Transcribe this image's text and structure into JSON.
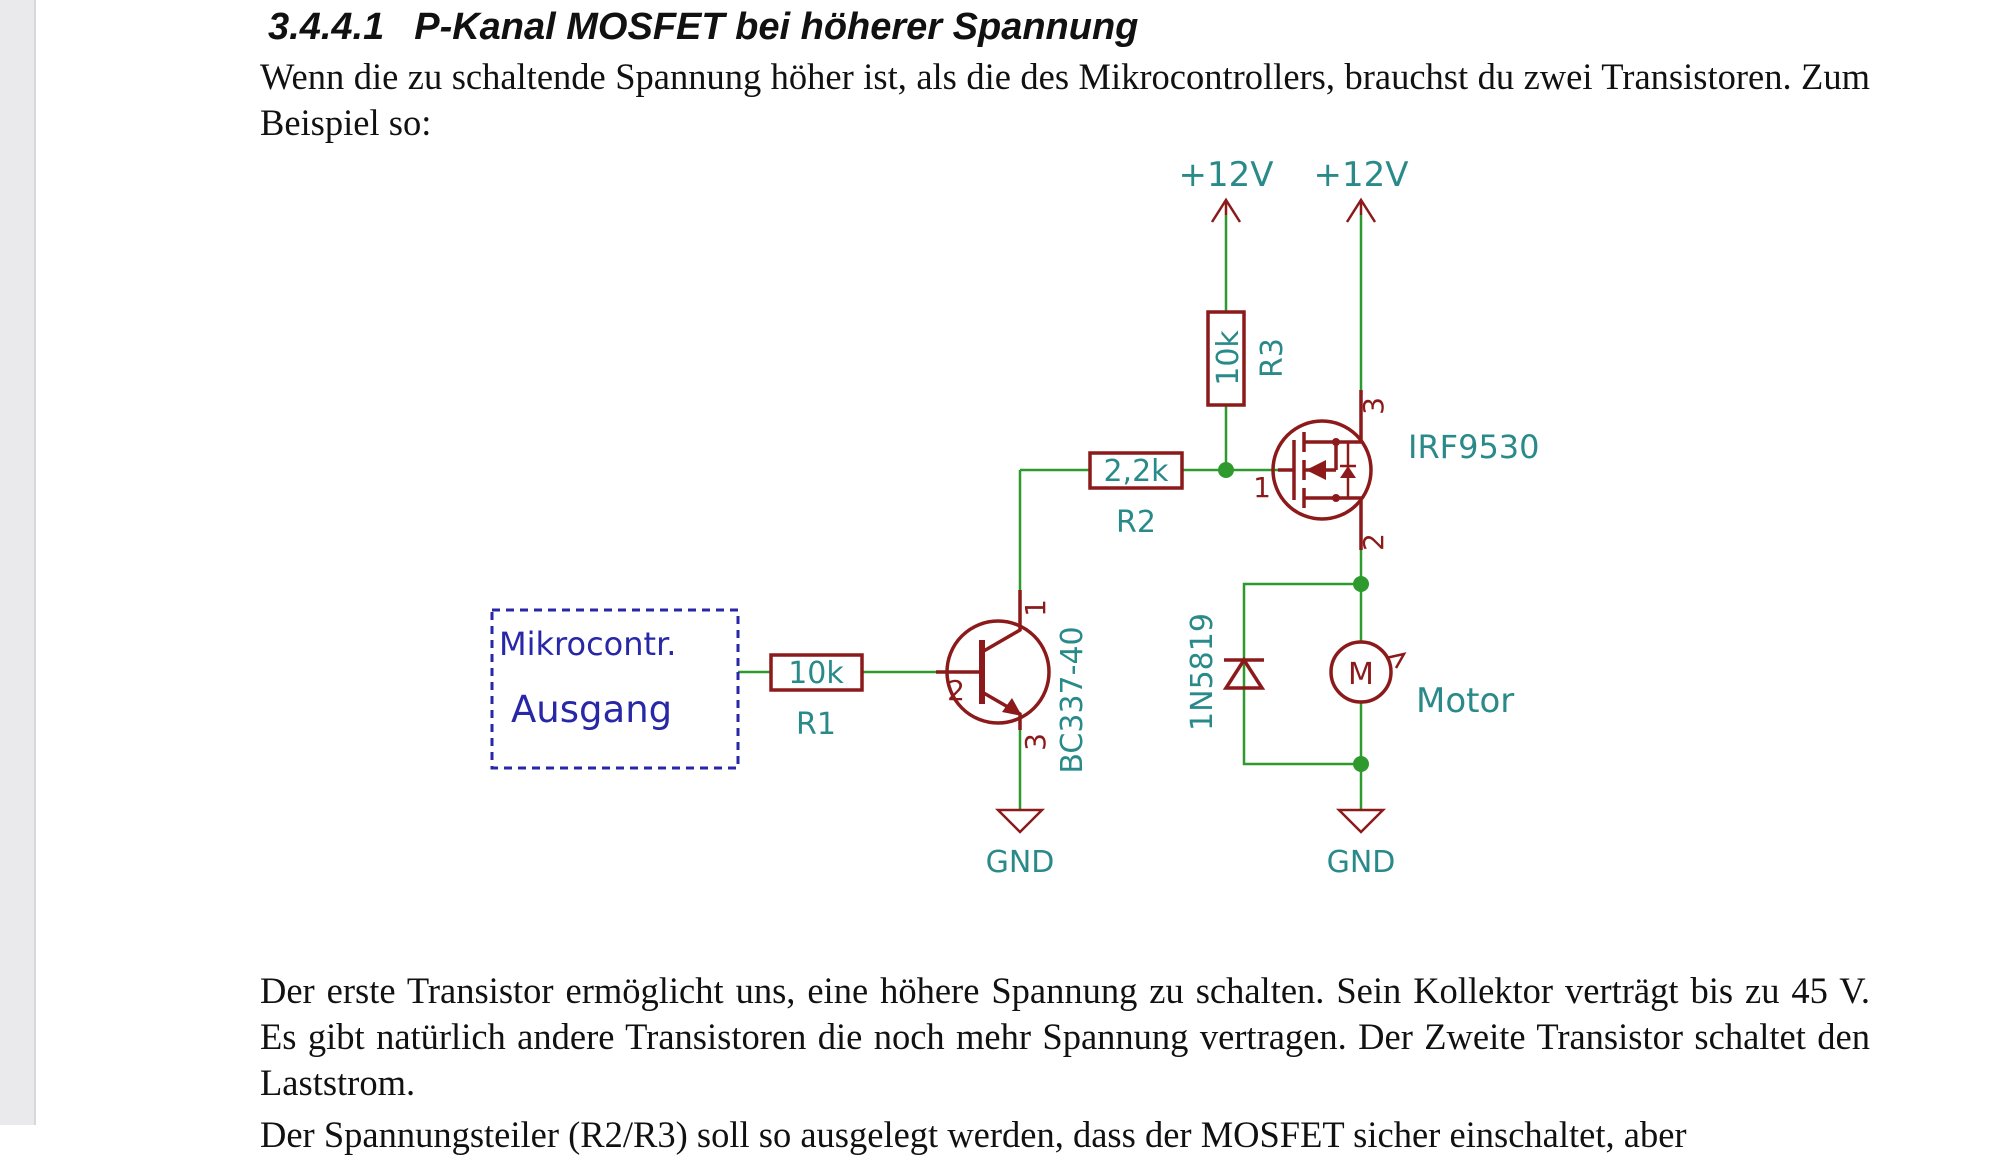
{
  "heading": {
    "number": "3.4.4.1",
    "title": "P-Kanal MOSFET bei höherer Spannung"
  },
  "intro": "Wenn die zu schaltende Spannung höher ist, als die des Mikrocontrollers, brauchst du zwei Transistoren. Zum Beispiel so:",
  "schematic": {
    "supply_left": "+12V",
    "supply_right": "+12V",
    "r3_value": "10k",
    "r3_ref": "R3",
    "r2_value": "2,2k",
    "r2_ref": "R2",
    "r1_value": "10k",
    "r1_ref": "R1",
    "mosfet_name": "IRF9530",
    "mosfet_pin_gate": "1",
    "mosfet_pin_drain": "2",
    "mosfet_pin_source": "3",
    "bjt_name": "BC337-40",
    "bjt_pin_collector": "1",
    "bjt_pin_base": "2",
    "bjt_pin_emitter": "3",
    "diode_name": "1N5819",
    "motor_symbol": "M",
    "motor_label": "Motor",
    "mcu_box_line1": "Mikrocontr.",
    "mcu_box_line2": "Ausgang",
    "gnd_left": "GND",
    "gnd_right": "GND",
    "colors": {
      "wire": "#2e9a2e",
      "component": "#8c1a1a",
      "label": "#2a8a8a",
      "box": "#2727a8"
    }
  },
  "body_text": "Der erste Transistor ermöglicht uns, eine höhere Spannung zu schalten. Sein Kollektor verträgt bis zu 45 V. Es gibt natürlich andere Transistoren die noch mehr Spannung vertragen. Der Zweite Transistor schaltet den Laststrom.",
  "cut_text": "Der Spannungsteiler (R2/R3) soll so ausgelegt werden, dass der MOSFET sicher einschaltet, aber"
}
